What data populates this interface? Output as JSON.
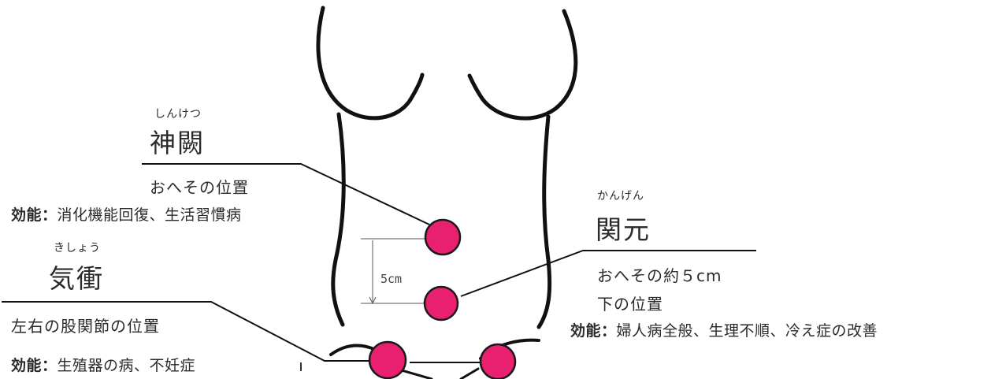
{
  "points": [
    {
      "id": "shinketsu",
      "reading": "しんけつ",
      "name": "神闕",
      "location": [
        "おへその位置"
      ],
      "effect_label": "効能",
      "effect_sep": "：",
      "effect": "消化機能回復、生活習慣病"
    },
    {
      "id": "kanketsu",
      "reading": "かんげん",
      "name": "関元",
      "location": [
        "おへその約５cm",
        "下の位置"
      ],
      "effect_label": "効能",
      "effect_sep": "：",
      "effect": "婦人病全般、生理不順、冷え症の改善"
    },
    {
      "id": "kisho",
      "reading": "きしょう",
      "name": "気衝",
      "location": [
        "左右の股関節の位置"
      ],
      "effect_label": "効能",
      "effect_sep": "：",
      "effect": "生殖器の病、不妊症"
    }
  ],
  "distance_label": "5cm",
  "colors": {
    "point": "#e8206f",
    "point_stroke": "#1a1a1a",
    "line": "#1a1a1a",
    "body": "#111111"
  }
}
